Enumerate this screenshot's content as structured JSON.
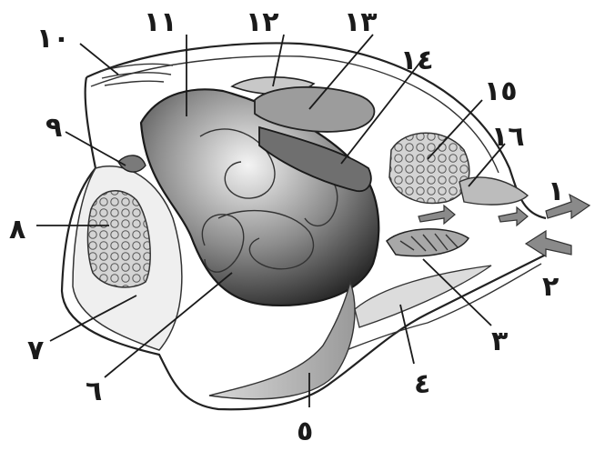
{
  "diagram": {
    "labels": {
      "l1": "١",
      "l2": "٢",
      "l3": "٣",
      "l4": "٤",
      "l5": "٥",
      "l6": "٦",
      "l7": "٧",
      "l8": "٨",
      "l9": "٩",
      "l10": "١٠",
      "l11": "١١",
      "l12": "١٢",
      "l13": "١٣",
      "l14": "١٤",
      "l15": "١٥",
      "l16": "١٦"
    }
  }
}
